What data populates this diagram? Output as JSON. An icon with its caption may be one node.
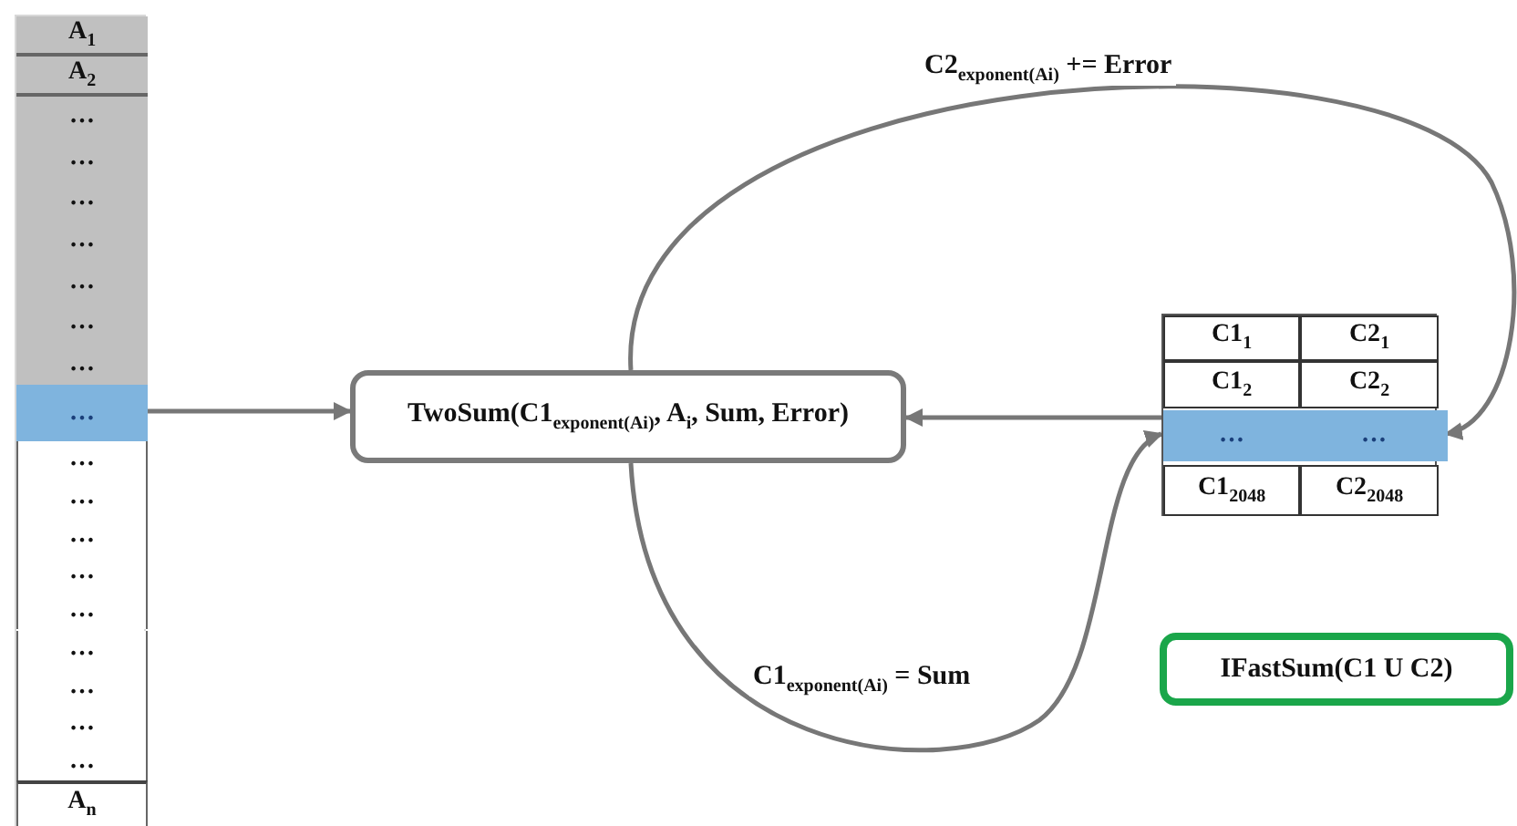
{
  "diagram": {
    "nodes": [
      {
        "text": [],
        "shape": "box"
      },
      {
        "text": [
          "A$_{1}$"
        ],
        "in": 0
      },
      {
        "text": [
          "A$_{2}$"
        ],
        "in": 0
      },
      {
        "text": [
          "…"
        ],
        "in": 0
      },
      {
        "text": [
          "…"
        ],
        "in": 0
      },
      {
        "text": [
          "…"
        ],
        "in": 0
      },
      {
        "text": [
          "…"
        ],
        "in": 0
      },
      {
        "text": [
          "…"
        ],
        "in": 0
      },
      {
        "text": [
          "…"
        ],
        "in": 0
      },
      {
        "text": [
          "…"
        ],
        "in": 0
      },
      {
        "text": [
          "…"
        ],
        "in": 0
      },
      {
        "text": [
          "…"
        ],
        "in": 0
      },
      {
        "text": [
          "…"
        ],
        "in": 0
      },
      {
        "text": [
          "…"
        ],
        "in": 0
      },
      {
        "text": [
          "…"
        ],
        "in": 0
      },
      {
        "text": [
          "…"
        ],
        "in": 0
      },
      {
        "text": [
          "…"
        ],
        "in": 0
      },
      {
        "text": [
          "…"
        ],
        "in": 0
      },
      {
        "text": [
          "…"
        ],
        "in": 0
      },
      {
        "text": [
          "…"
        ],
        "in": 0
      },
      {
        "text": [
          "A$_{n}$"
        ],
        "in": 0
      },
      {
        "text": [
          "TwoSum(C1$_{exponent(Ai)}$, A$_{i}$, Sum, Error)"
        ]
      },
      {
        "text": [],
        "shape": "box"
      },
      {
        "text": [
          "C1$_{1}$"
        ],
        "in": 22
      },
      {
        "text": [
          "C2$_{1}$"
        ],
        "in": 22
      },
      {
        "text": [
          "C1$_{2}$"
        ],
        "in": 22
      },
      {
        "text": [
          "C2$_{2}$"
        ],
        "in": 22
      },
      {
        "text": [
          "…"
        ],
        "in": 22
      },
      {
        "text": [
          "…"
        ],
        "in": 22
      },
      {
        "text": [
          "C1$_{2048}$"
        ],
        "in": 22
      },
      {
        "text": [
          "C2$_{2048}$"
        ],
        "in": 22
      },
      {
        "text": [
          "IFastSum(C1 U C2)"
        ]
      }
    ],
    "edges": [
      {
        "from": 10,
        "to": 21,
        "arrow": "to"
      },
      {
        "from": 22,
        "to": 21,
        "arrow": "to"
      },
      {
        "from": 21,
        "to": 28,
        "arrow": "to",
        "label": "C2$_{exponent(Ai)}$ += Error"
      },
      {
        "from": 21,
        "to": 27,
        "arrow": "to",
        "label": "C1$_{exponent(Ai)}$ = Sum"
      }
    ]
  }
}
